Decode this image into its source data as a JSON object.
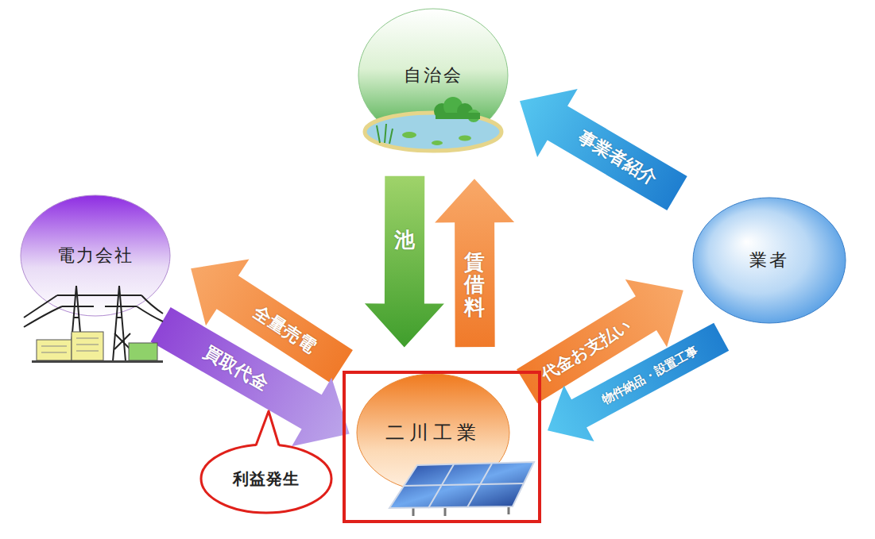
{
  "diagram": {
    "nodes": [
      {
        "text": [
          "自治会"
        ]
      },
      {
        "text": [
          "電力会社"
        ]
      },
      {
        "text": [
          "業者"
        ]
      },
      {
        "text": [
          "二川工業"
        ]
      },
      {
        "text": [
          "利益発生"
        ]
      }
    ],
    "edges": [
      {
        "from": 0,
        "to": 3,
        "label": "池",
        "arrow": "to"
      },
      {
        "from": 3,
        "to": 0,
        "label": "賃借料",
        "arrow": "to"
      },
      {
        "from": 2,
        "to": 0,
        "label": "事業者紹介",
        "arrow": "to"
      },
      {
        "from": 3,
        "to": 1,
        "label": "全量売電",
        "arrow": "to"
      },
      {
        "from": 1,
        "to": 3,
        "label": "買取代金",
        "arrow": "to"
      },
      {
        "from": 3,
        "to": 2,
        "label": "代金お支払い",
        "arrow": "to"
      },
      {
        "from": 2,
        "to": 3,
        "label": "物件納品・設置工事",
        "arrow": "to"
      }
    ]
  }
}
